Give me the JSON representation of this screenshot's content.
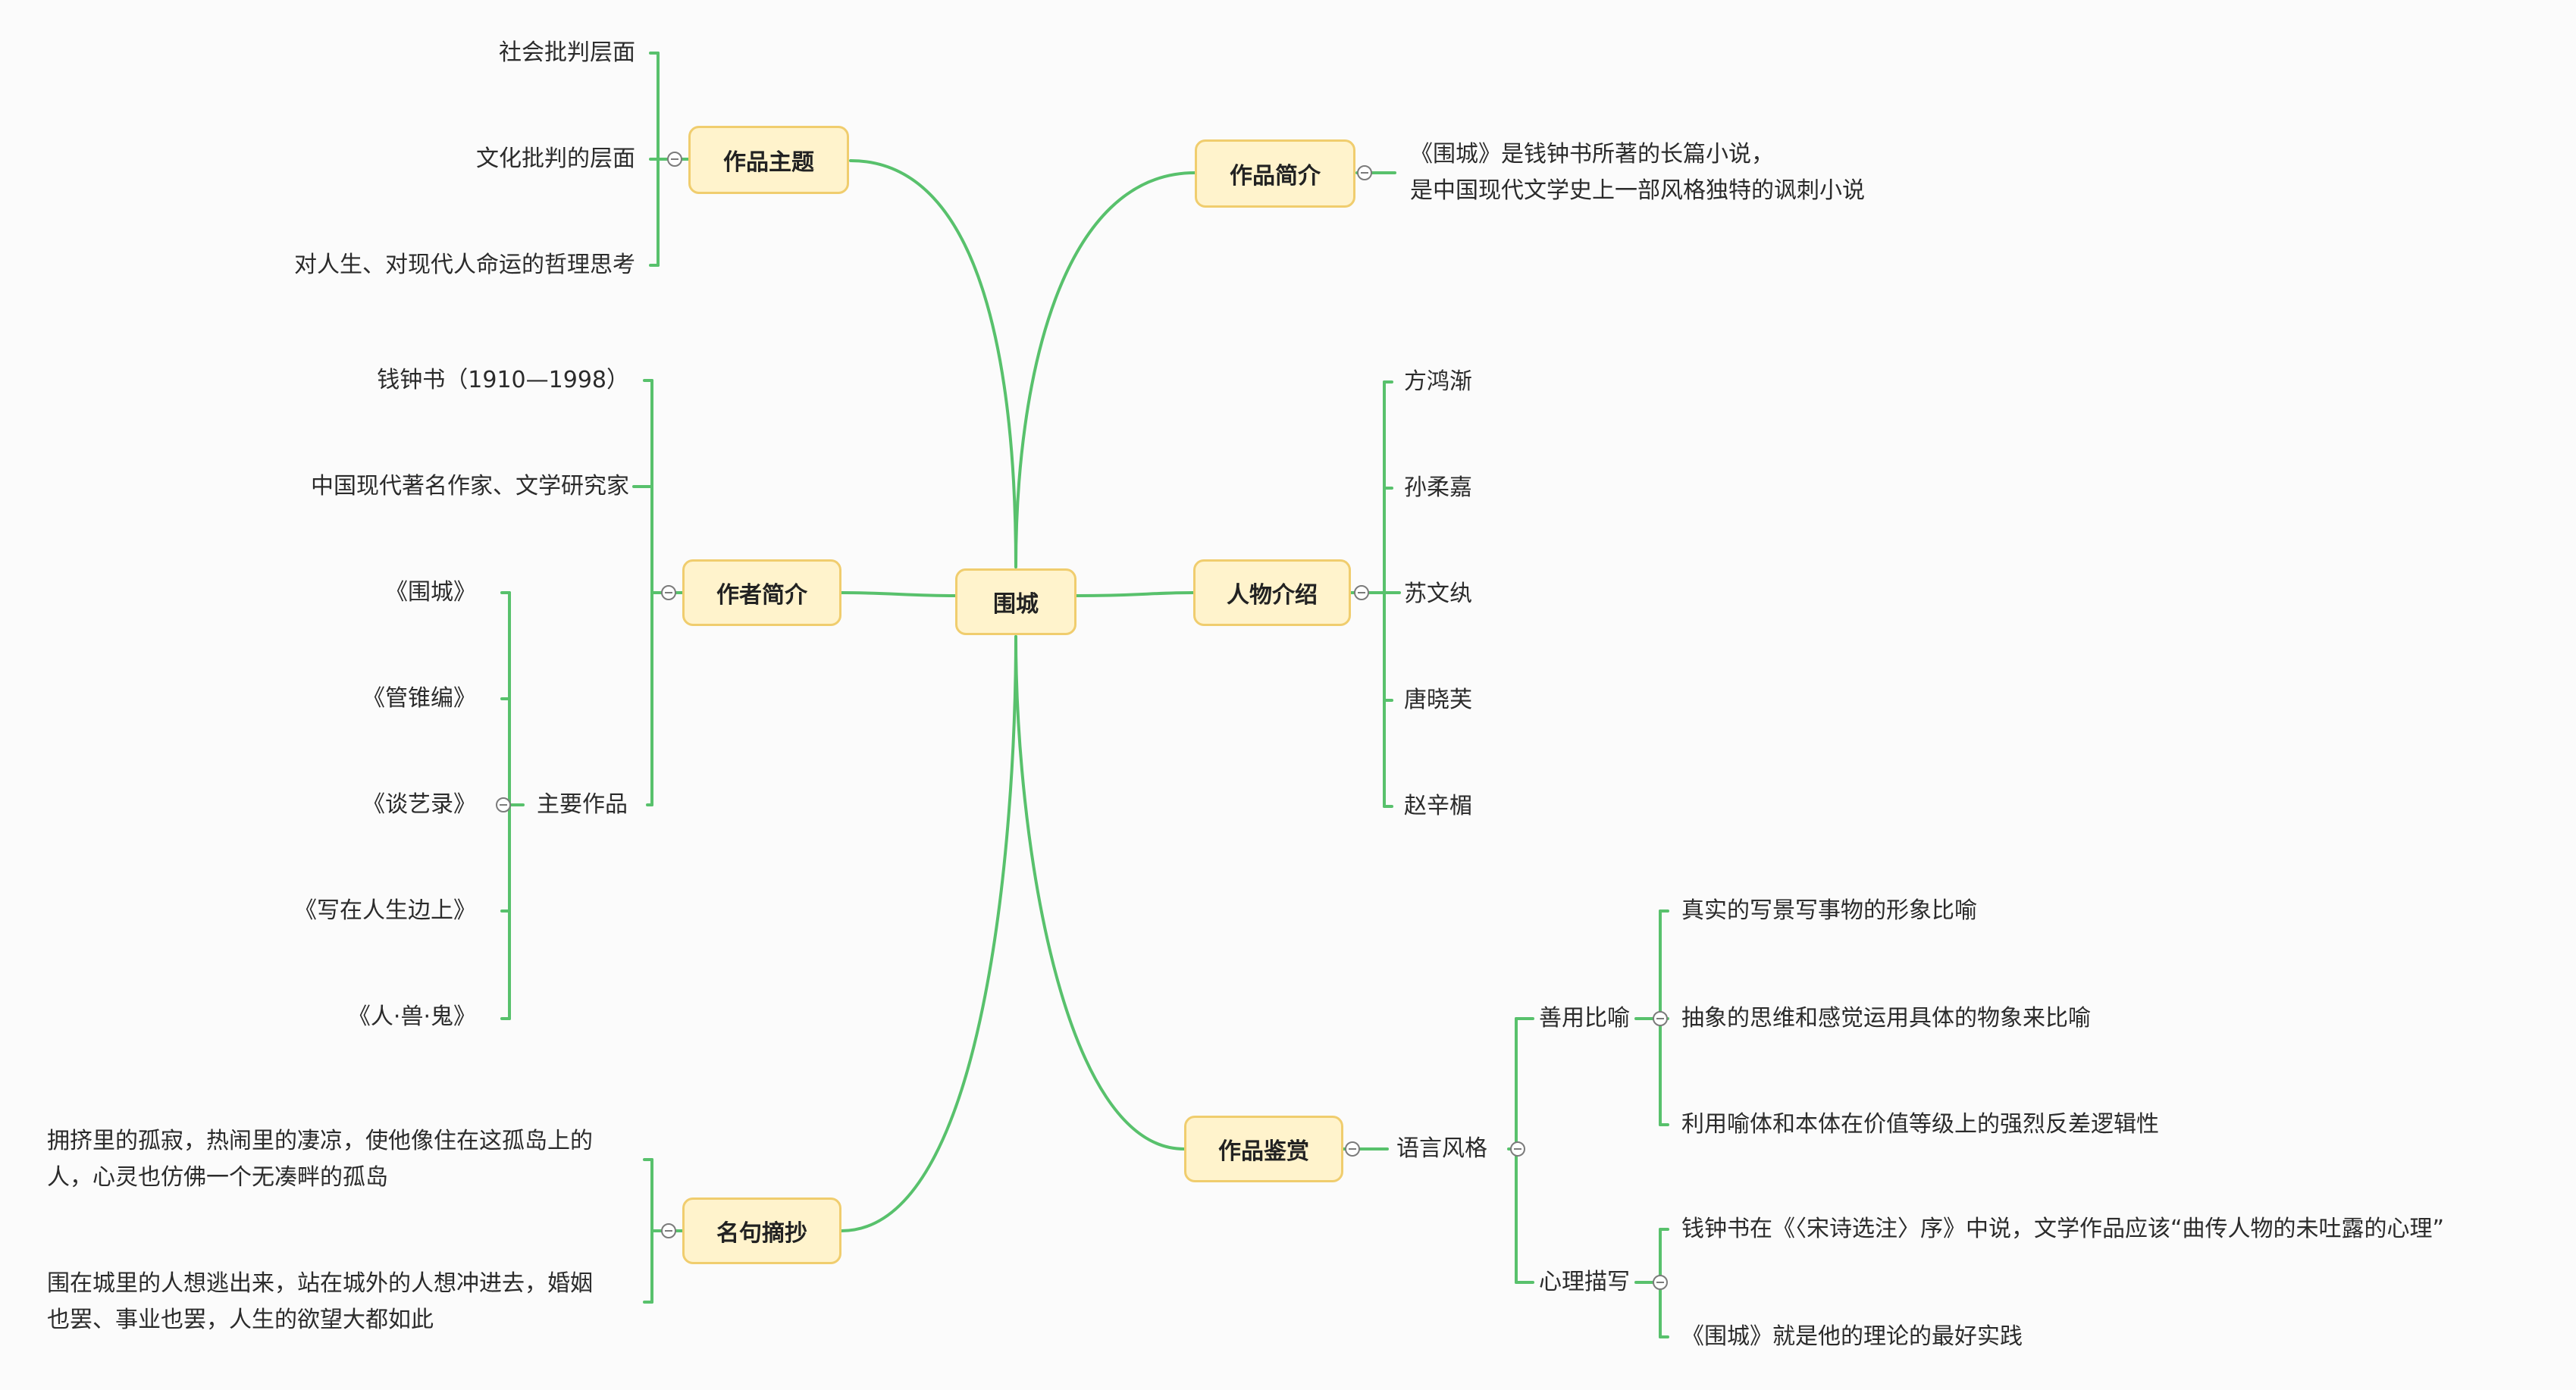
{
  "center": "围城",
  "colors": {
    "line": "#58c16c",
    "node_fill": "#fff3cc",
    "node_border": "#f0cd6e",
    "collapse": "#7b7b7b"
  },
  "branches": {
    "theme": {
      "label": "作品主题",
      "items": [
        "社会批判层面",
        "文化批判的层面",
        "对人生、对现代人命运的哲理思考"
      ]
    },
    "author": {
      "label": "作者简介",
      "items": [
        "钱钟书（1910—1998）",
        "中国现代著名作家、文学研究家"
      ],
      "works": {
        "label": "主要作品",
        "items": [
          "《围城》",
          "《管锥编》",
          "《谈艺录》",
          "《写在人生边上》",
          "《人·兽·鬼》"
        ]
      }
    },
    "quotes": {
      "label": "名句摘抄",
      "items": [
        [
          "拥挤里的孤寂，热闹里的凄凉，使他像住在这孤岛上的",
          "人，心灵也仿佛一个无凑畔的孤岛"
        ],
        [
          "围在城里的人想逃出来，站在城外的人想冲进去，婚姻",
          "也罢、事业也罢，人生的欲望大都如此"
        ]
      ]
    },
    "intro": {
      "label": "作品简介",
      "text": [
        "《围城》是钱钟书所著的长篇小说，",
        "是中国现代文学史上一部风格独特的讽刺小说"
      ]
    },
    "characters": {
      "label": "人物介绍",
      "items": [
        "方鸿渐",
        "孙柔嘉",
        "苏文纨",
        "唐晓芙",
        "赵辛楣"
      ]
    },
    "appreciation": {
      "label": "作品鉴赏",
      "style": {
        "label": "语言风格",
        "metaphor": {
          "label": "善用比喻",
          "items": [
            "真实的写景写事物的形象比喻",
            "抽象的思维和感觉运用具体的物象来比喻",
            "利用喻体和本体在价值等级上的强烈反差逻辑性"
          ]
        },
        "psychology": {
          "label": "心理描写",
          "items": [
            "钱钟书在《〈宋诗选注〉序》中说，文学作品应该“曲传人物的未吐露的心理”",
            "《围城》就是他的理论的最好实践"
          ]
        }
      }
    }
  }
}
